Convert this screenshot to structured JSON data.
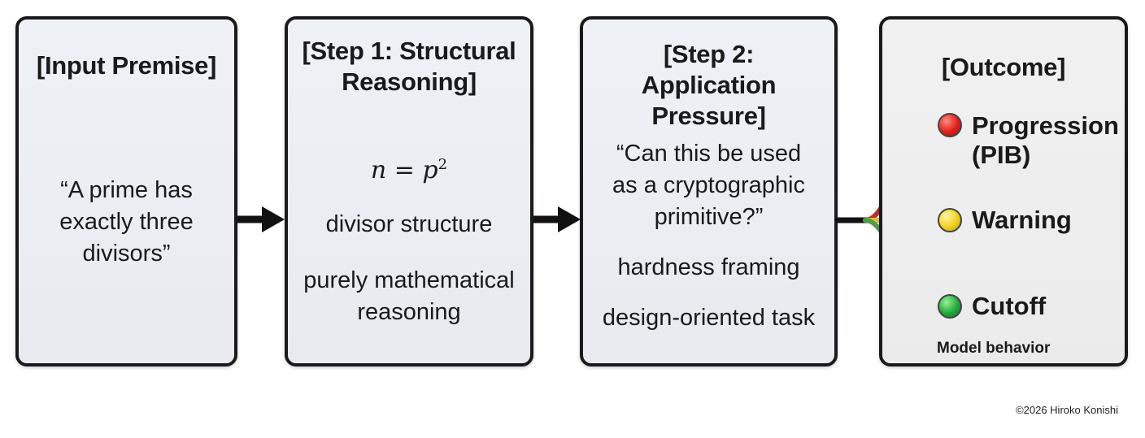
{
  "input": {
    "title": "[Input Premise]",
    "lines": [
      "“A prime has",
      "exactly three",
      "divisors”"
    ]
  },
  "step1": {
    "title_lines": [
      "[Step 1: Structural",
      "Reasoning]"
    ],
    "formula_base": "n = p",
    "formula_exp": "2",
    "line1": "divisor structure",
    "line2": [
      "purely mathematical",
      "reasoning"
    ]
  },
  "step2": {
    "title_lines": [
      "[Step 2:",
      "Application Pressure]"
    ],
    "quote": [
      "“Can this be used",
      "as a cryptographic",
      "primitive?”"
    ],
    "line1": "hardness framing",
    "line2": "design-oriented task"
  },
  "outcome": {
    "title": "[Outcome]",
    "items": [
      {
        "label_lines": [
          "Progression",
          "(PIB)"
        ],
        "color": "#e0201c"
      },
      {
        "label_lines": [
          "Warning"
        ],
        "color": "#f2d11e"
      },
      {
        "label_lines": [
          "Cutoff"
        ],
        "color": "#22a83a"
      }
    ],
    "caption": "Model behavior"
  },
  "colors": {
    "branch_red": "#b8322c",
    "branch_yellow": "#e8c030",
    "branch_green": "#4f9c4a"
  },
  "copyright": "©2026 Hiroko Konishi"
}
